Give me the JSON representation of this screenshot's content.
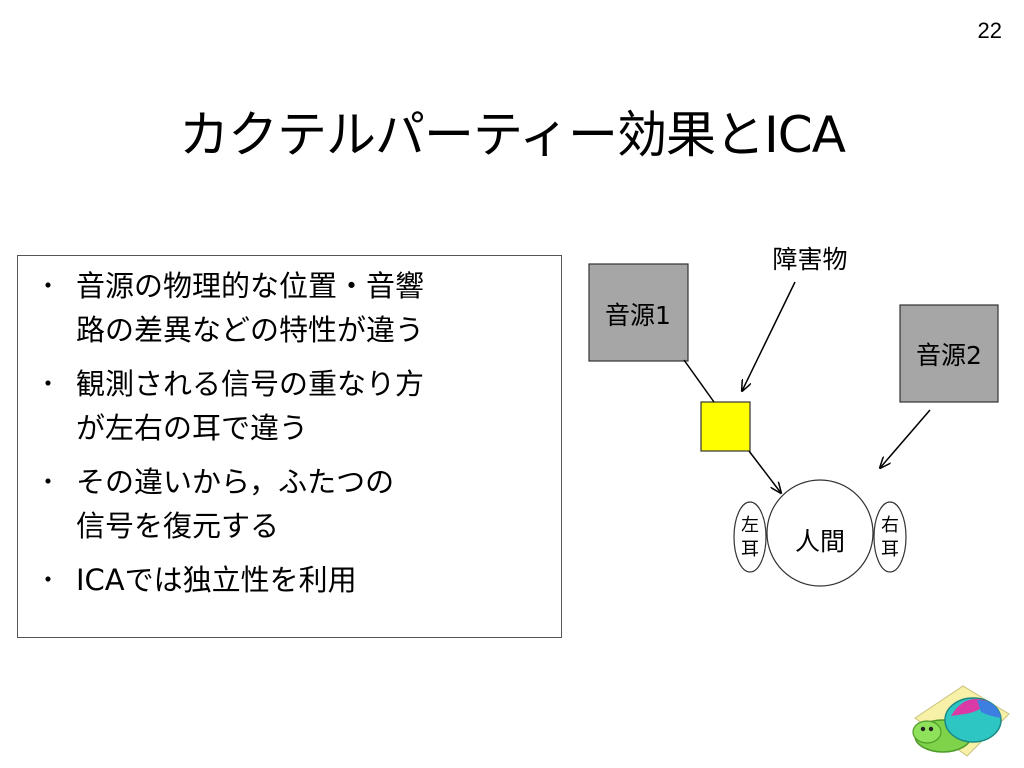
{
  "page_number": "22",
  "title": "カクテルパーティー効果とICA",
  "bullets": [
    {
      "marker": "・",
      "lines": [
        "音源の物理的な位置・音響",
        "路の差異などの特性が違う"
      ]
    },
    {
      "marker": "・",
      "lines": [
        "観測される信号の重なり方",
        "が左右の耳で違う"
      ]
    },
    {
      "marker": "・",
      "lines": [
        "その違いから，ふたつの",
        "信号を復元する"
      ]
    },
    {
      "marker": "・",
      "lines": [
        "ICAでは独立性を利用"
      ]
    }
  ],
  "diagram": {
    "source1": "音源1",
    "source2": "音源2",
    "obstacle_label": "障害物",
    "human": "人間",
    "left_ear": [
      "左",
      "耳"
    ],
    "right_ear": [
      "右",
      "耳"
    ],
    "colors": {
      "source_fill": "#a6a6a6",
      "obstacle_fill": "#ffff00"
    }
  }
}
